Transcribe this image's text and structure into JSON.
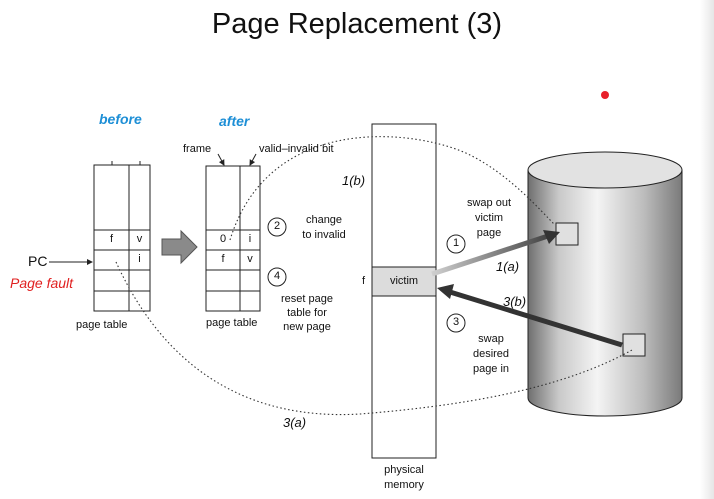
{
  "title": "Page Replacement (3)",
  "labels": {
    "before": "before",
    "after": "after",
    "frame": "frame",
    "valid_invalid_bit": "valid–invalid bit",
    "pc": "PC",
    "page_fault": "Page fault",
    "page_table_before": "page table",
    "page_table_after": "page table",
    "physical_memory_line1": "physical",
    "physical_memory_line2": "memory",
    "victim": "victim",
    "frame_f": "f"
  },
  "before_table": {
    "row1_frame": "f",
    "row1_bit": "v",
    "row2_bit": "i"
  },
  "after_table": {
    "row1_frame": "0",
    "row1_bit": "i",
    "row2_frame": "f",
    "row2_bit": "v"
  },
  "steps": {
    "step2_num": "2",
    "step2_line1": "change",
    "step2_line2": "to invalid",
    "step4_num": "4",
    "step4_line1": "reset page",
    "step4_line2": "table for",
    "step4_line3": "new page",
    "step1_num": "1",
    "step1_line1": "swap out",
    "step1_line2": "victim",
    "step1_line3": "page",
    "step3_num": "3",
    "step3_line1": "swap",
    "step3_line2": "desired",
    "step3_line3": "page in"
  },
  "arrow_labels": {
    "a1b": "1(b)",
    "a1a": "1(a)",
    "a3b": "3(b)",
    "a3a": "3(a)"
  },
  "colors": {
    "accent_blue": "#1e8fd6",
    "fault_red": "#e02020",
    "laser_dot": "#e8202a"
  }
}
